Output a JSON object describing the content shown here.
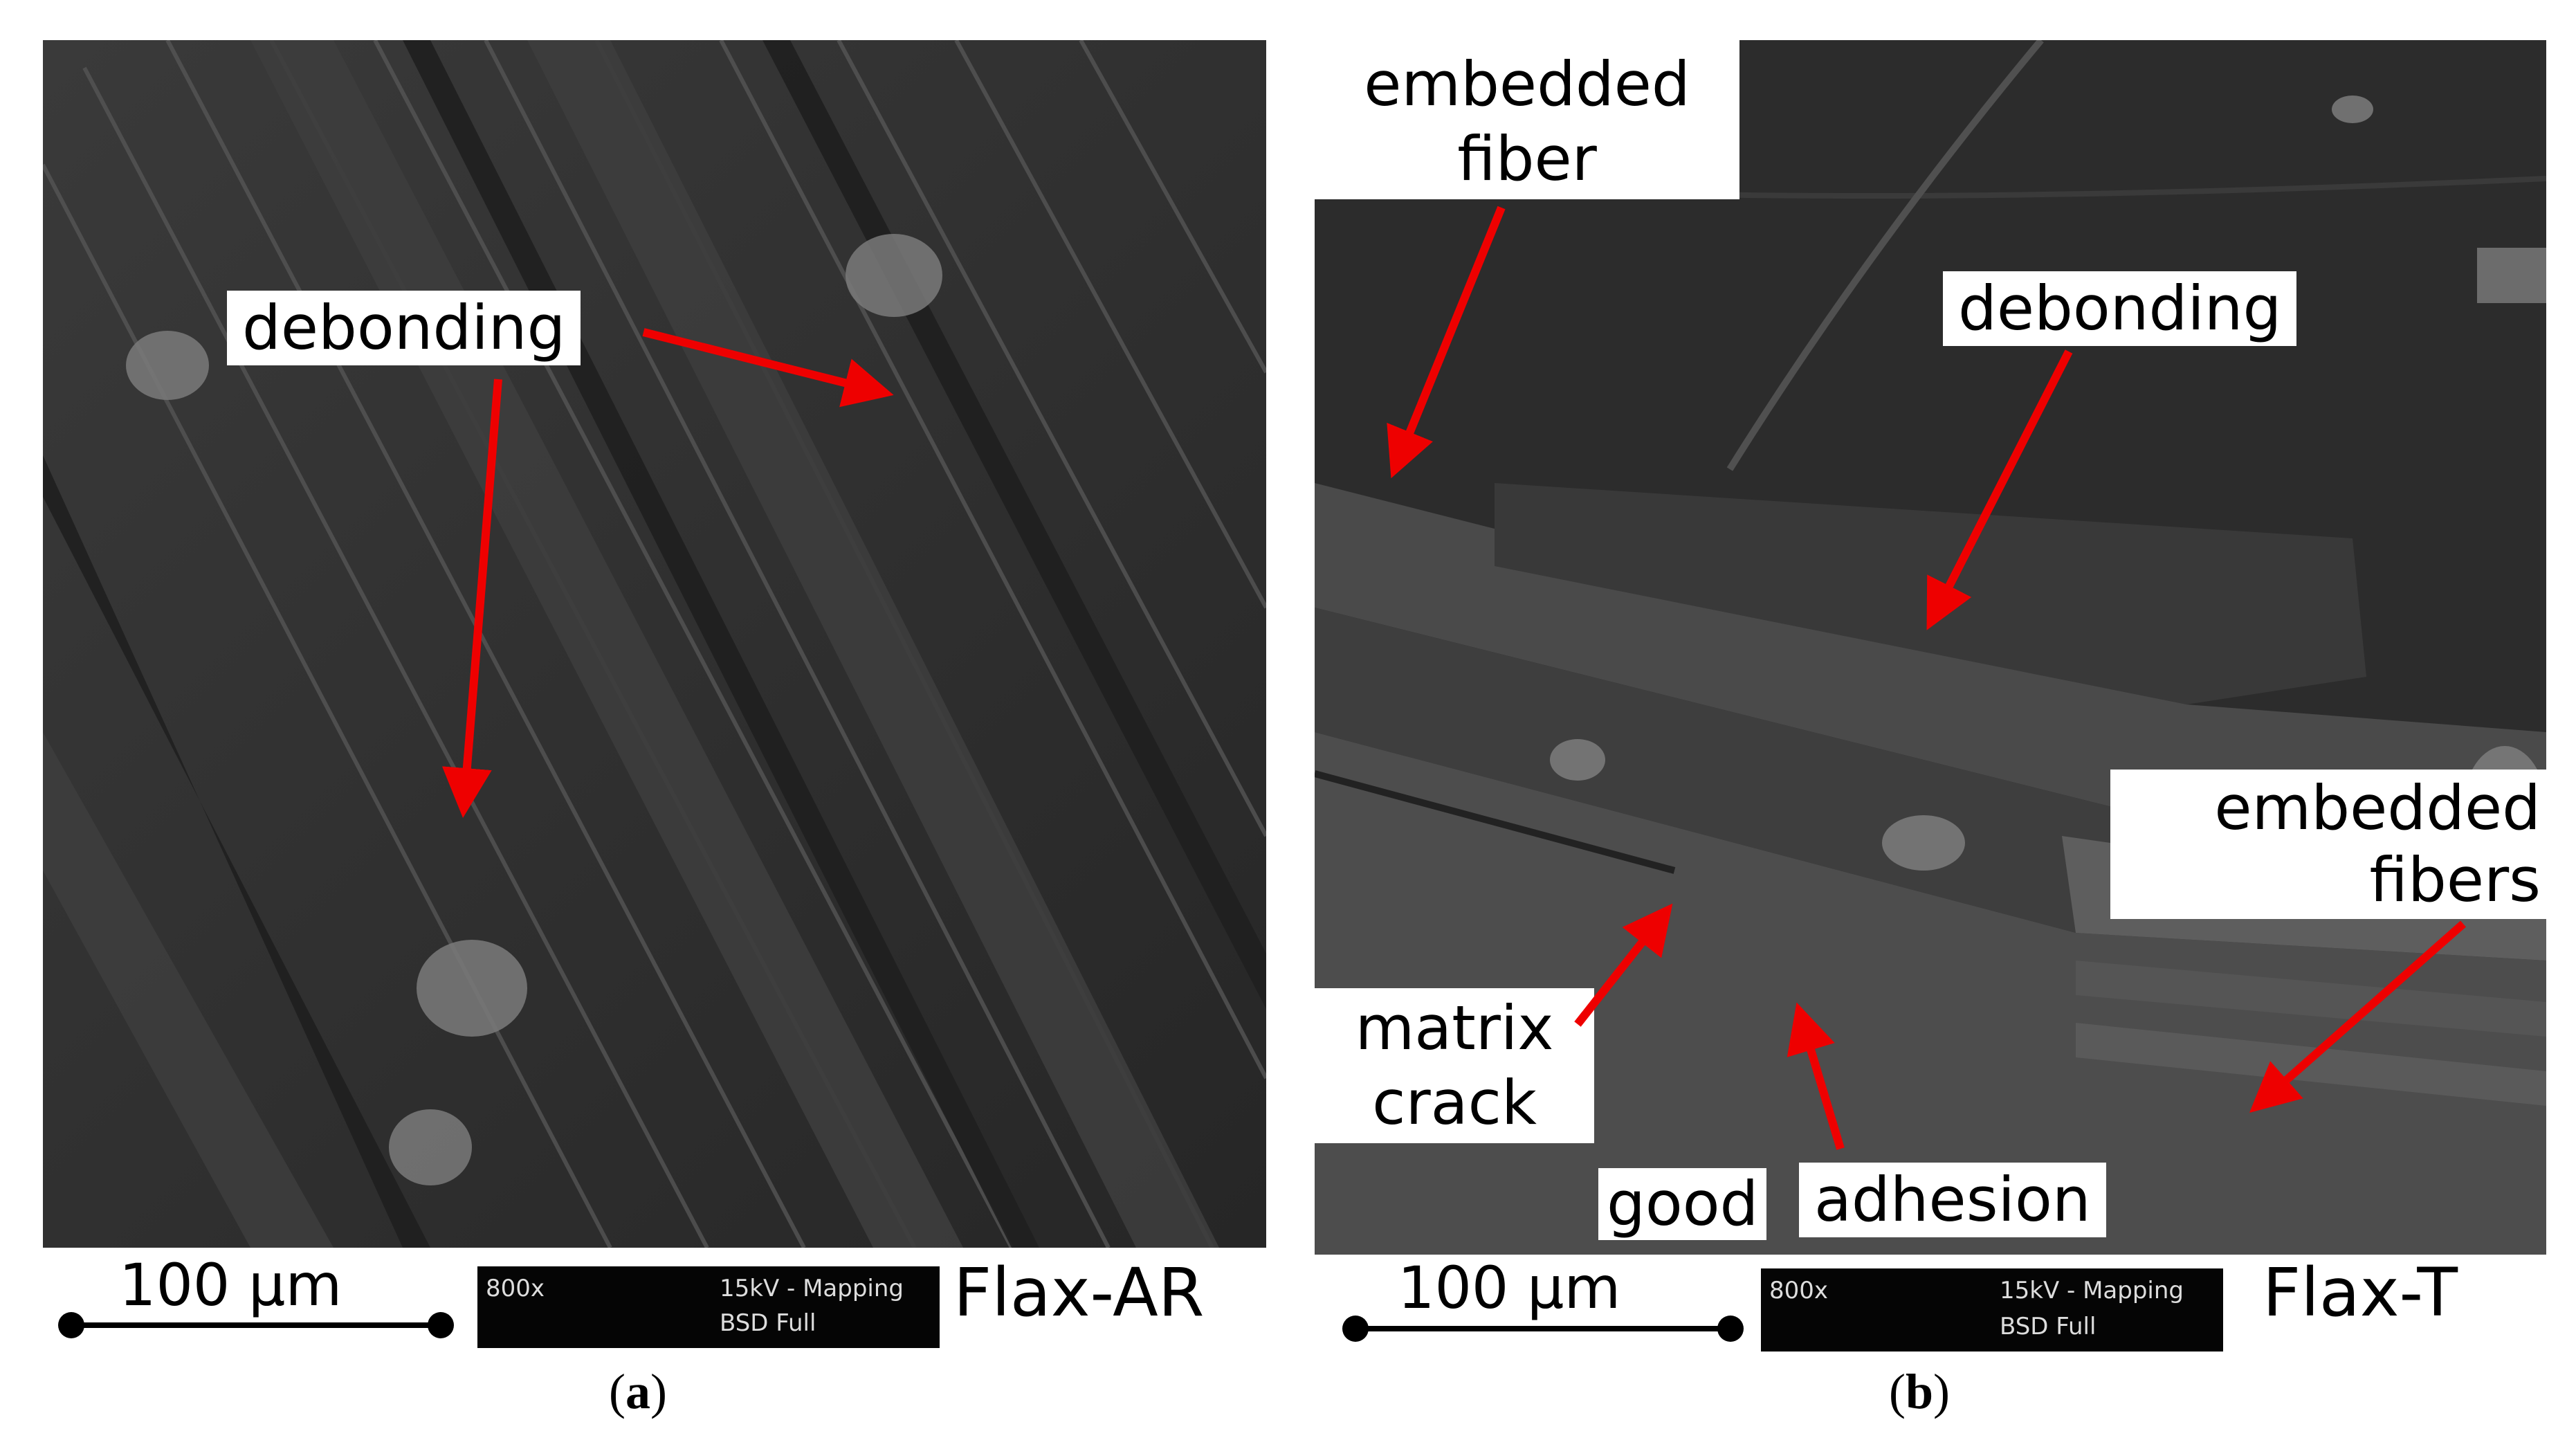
{
  "panels": [
    {
      "id": "a",
      "caption_open": "(",
      "caption_letter": "a",
      "caption_close": ")",
      "sample": "Flax-AR",
      "scale_bar": "100 µm",
      "databar": {
        "magnification": "800x",
        "mode": "15kV - Mapping",
        "detector": "BSD Full"
      },
      "callouts": [
        "debonding"
      ]
    },
    {
      "id": "b",
      "caption_open": "(",
      "caption_letter": "b",
      "caption_close": ")",
      "sample": "Flax-T",
      "scale_bar": "100 µm",
      "databar": {
        "magnification": "800x",
        "mode": "15kV - Mapping",
        "detector": "BSD Full"
      },
      "callouts": [
        "embedded fiber",
        "debonding",
        "embedded fibers",
        "matrix crack",
        "good",
        "adhesion"
      ]
    }
  ],
  "colors": {
    "arrow": "#ee0000",
    "sem_dark": "#2b2b2b",
    "sem_light": "#6a6a6a"
  }
}
